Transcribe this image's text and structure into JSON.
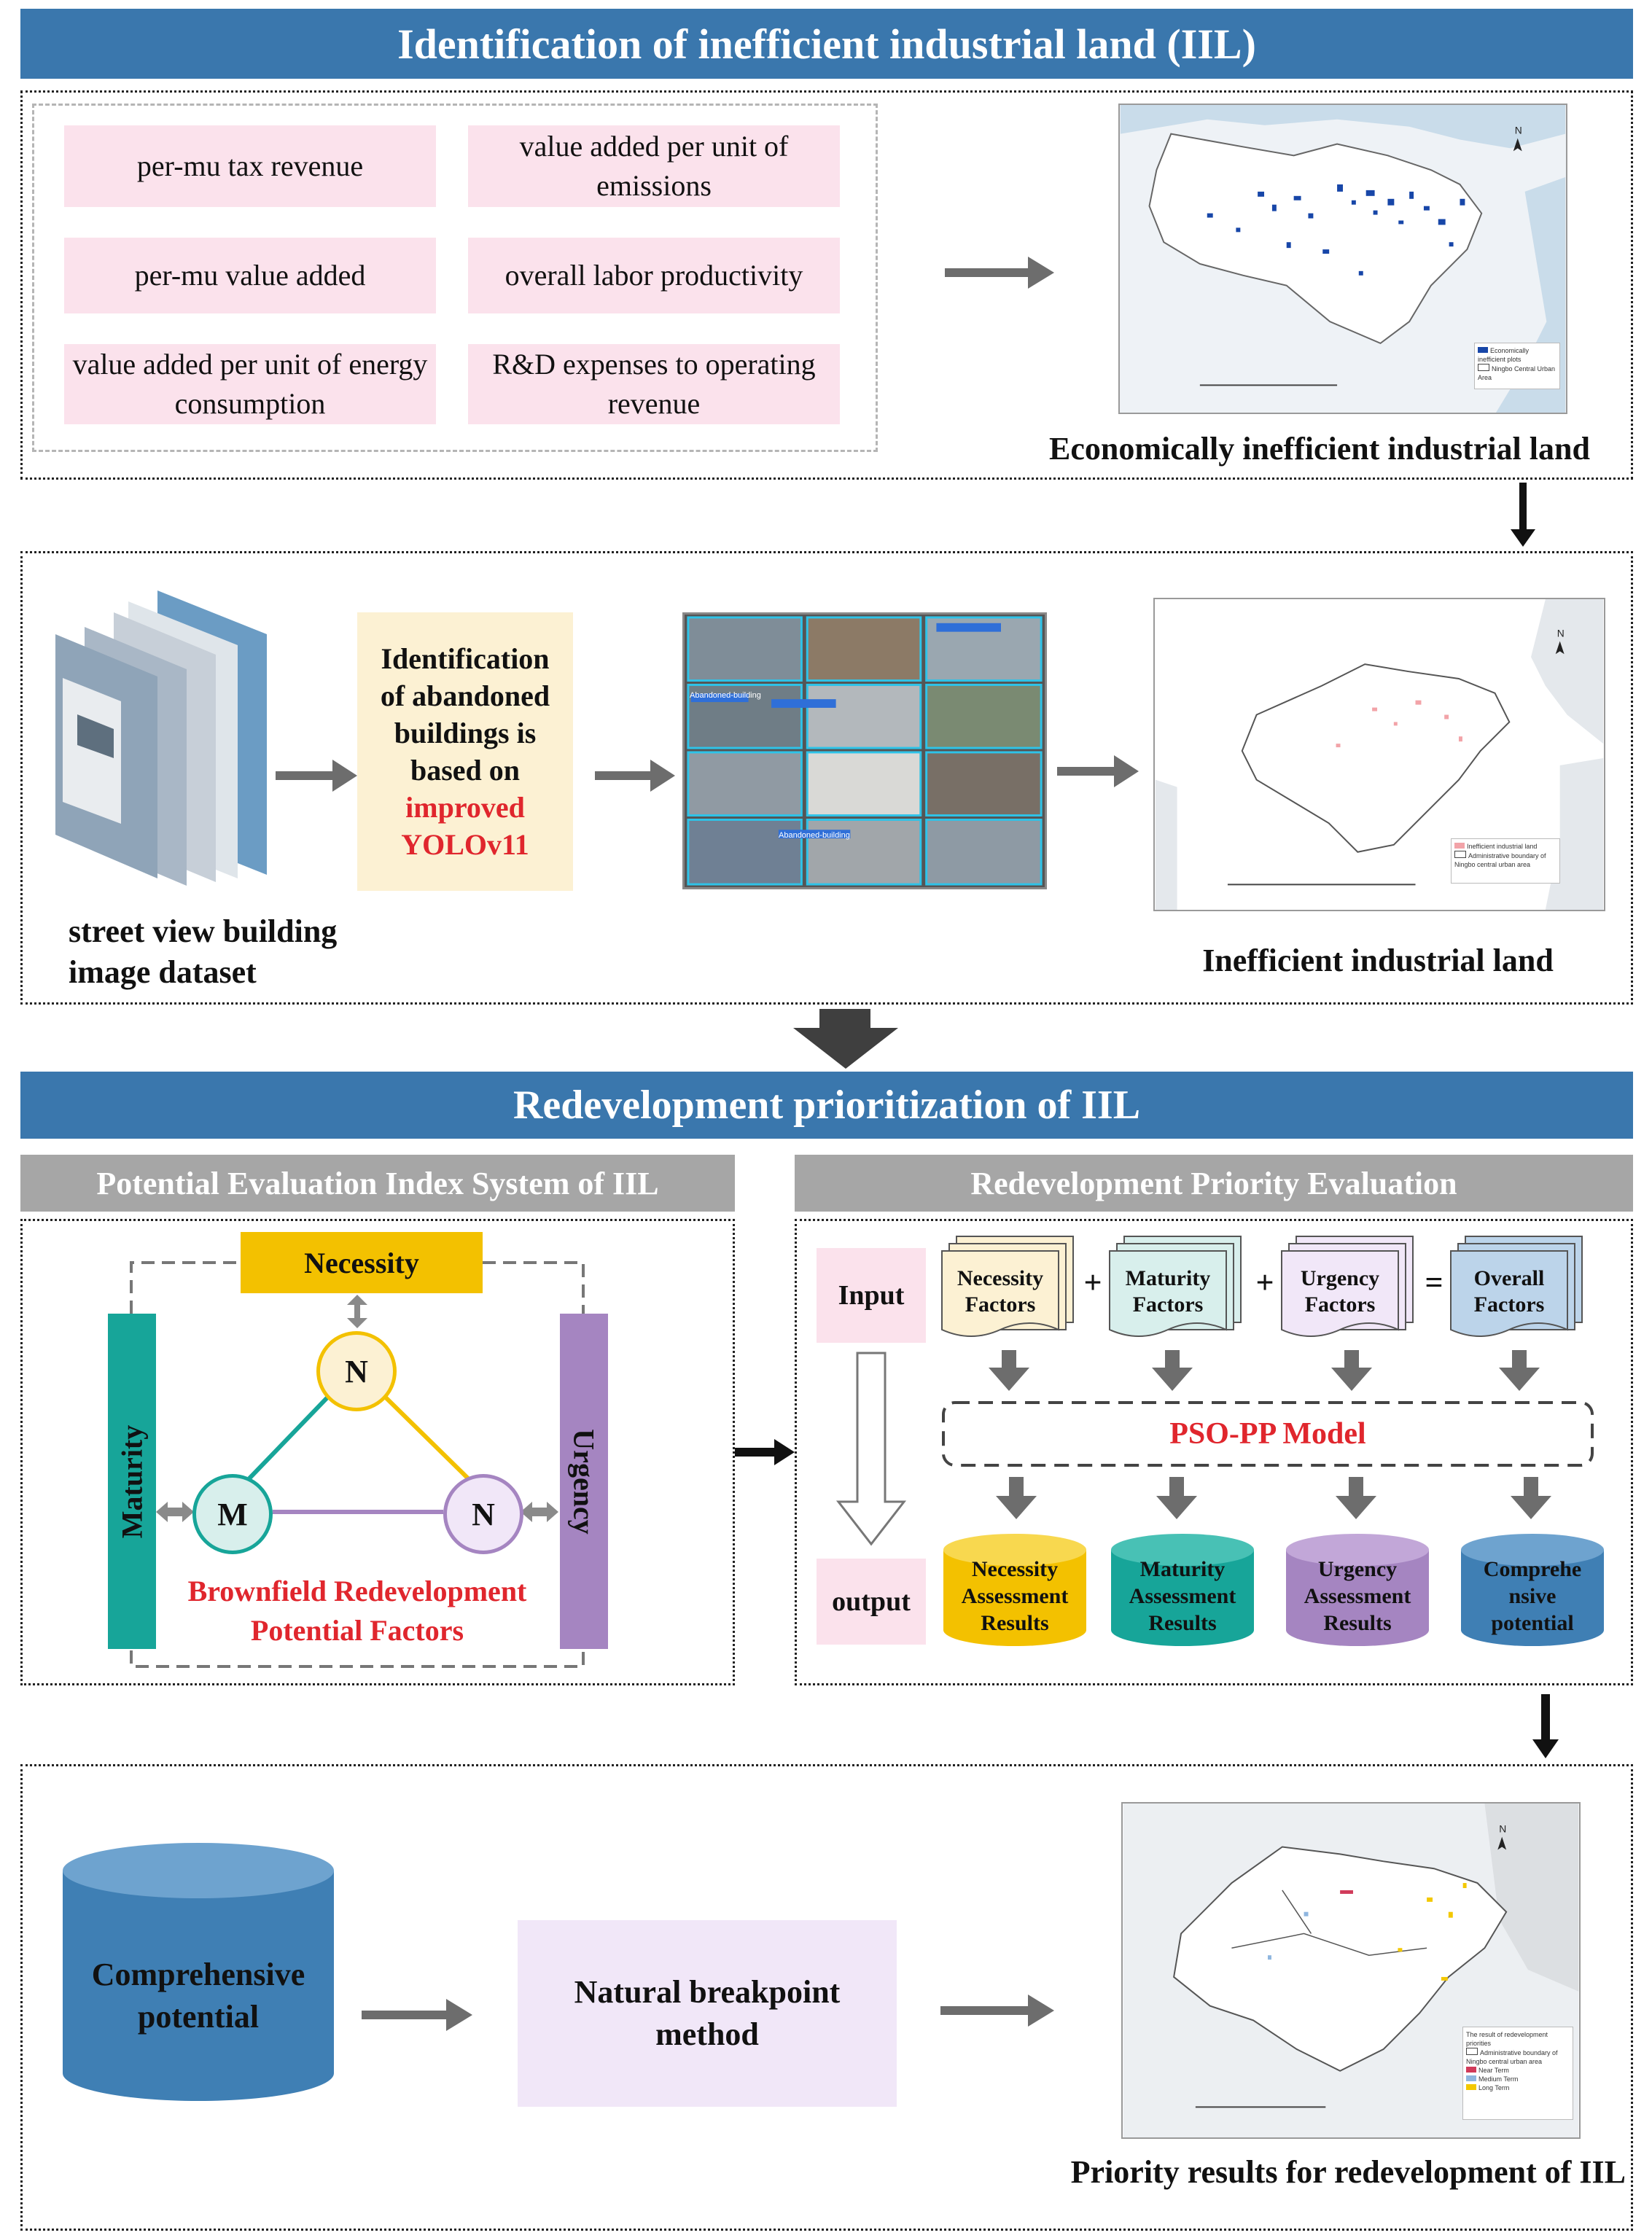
{
  "section1": {
    "title": "Identification of inefficient industrial land (IIL)",
    "indicators": [
      "per-mu tax revenue",
      "value added per unit of emissions",
      "per-mu value added",
      "overall labor productivity",
      "value added per unit of energy consumption",
      "R&D expenses to operating revenue"
    ],
    "map_caption": "Economically inefficient industrial land",
    "map_legend": [
      "Economically inefficient plots",
      "Ningbo Central Urban Area"
    ]
  },
  "section2": {
    "dataset_caption_line1": "street view building",
    "dataset_caption_line2": "image dataset",
    "method_text": "Identification of abandoned buildings is based on",
    "method_highlight_1": "improved",
    "method_highlight_2": "YOLOv11",
    "detection_tag": "Abandoned-building",
    "map_caption": "Inefficient industrial land",
    "map_legend": [
      "Inefficient industrial land",
      "Administrative boundary of Ningbo central urban area"
    ]
  },
  "section3": {
    "title": "Redevelopment prioritization of IIL",
    "left_header": "Potential Evaluation Index System of IIL",
    "right_header": "Redevelopment Priority Evaluation",
    "necessity": "Necessity",
    "maturity": "Maturity",
    "urgency": "Urgency",
    "node_top": "N",
    "node_left": "M",
    "node_right": "N",
    "factors_line1": "Brownfield Redevelopment",
    "factors_line2": "Potential Factors",
    "input_label": "Input",
    "output_label": "output",
    "cards": [
      {
        "l1": "Necessity",
        "l2": "Factors"
      },
      {
        "l1": "Maturity",
        "l2": "Factors"
      },
      {
        "l1": "Urgency",
        "l2": "Factors"
      },
      {
        "l1": "Overall",
        "l2": "Factors"
      }
    ],
    "operators": [
      "+",
      "+",
      "="
    ],
    "model": "PSO-PP Model",
    "results": [
      {
        "l1": "Necessity",
        "l2": "Assessment",
        "l3": "Results"
      },
      {
        "l1": "Maturity",
        "l2": "Assessment",
        "l3": "Results"
      },
      {
        "l1": "Urgency",
        "l2": "Assessment",
        "l3": "Results"
      },
      {
        "l1": "Comprehe",
        "l2": "nsive",
        "l3": "potential"
      }
    ]
  },
  "section4": {
    "cyl_line1": "Comprehensive",
    "cyl_line2": "potential",
    "method_line1": "Natural breakpoint",
    "method_line2": "method",
    "map_caption": "Priority results for redevelopment of IIL",
    "legend_title": "The result of redevelopment priorities",
    "legend_items": [
      "Administrative boundary of Ningbo central urban area",
      "Near Term",
      "Medium Term",
      "Long Term"
    ]
  },
  "colors": {
    "banner": "#3a77ad",
    "necessity": "#f3c100",
    "maturity": "#17a599",
    "urgency": "#a585c1",
    "highlight_red": "#e0262d",
    "pink": "#fbe2ec",
    "cream": "#fcf1d3",
    "lavender": "#f1e7f8",
    "blue_cyl": "#3f7fb4"
  }
}
